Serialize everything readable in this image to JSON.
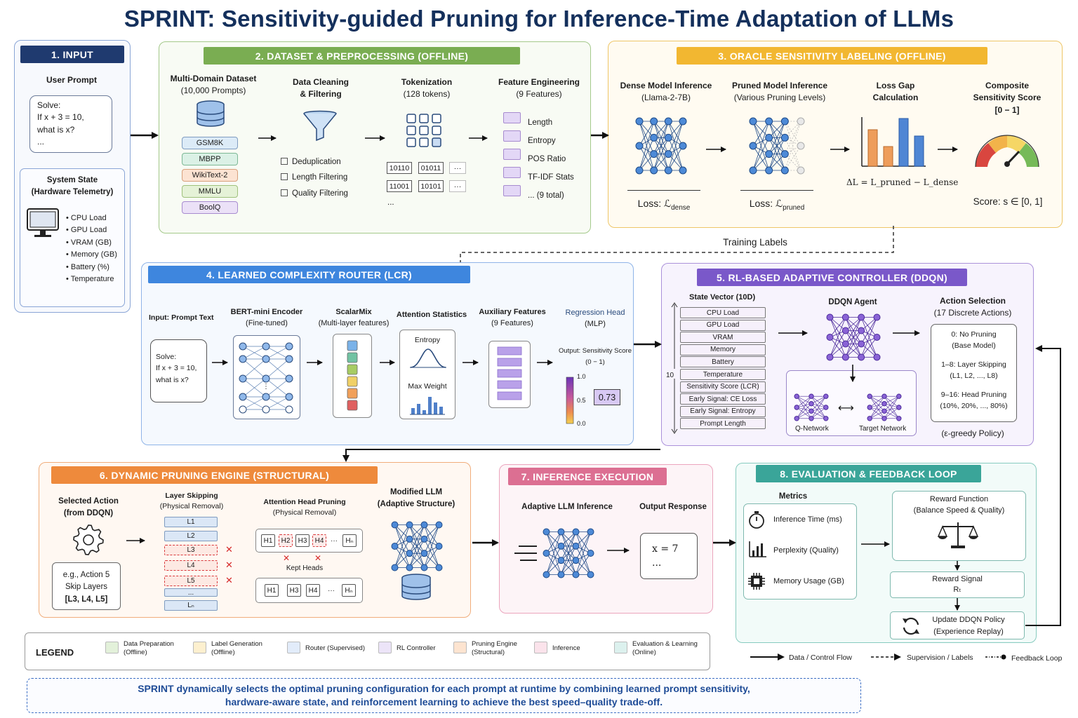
{
  "title": "SPRINT: Sensitivity-guided Pruning for Inference-Time Adaptation of LLMs",
  "colors": {
    "navy": "#1f3a6f",
    "green": "#7aad52",
    "gold": "#f2b731",
    "blue": "#3e86de",
    "purple": "#7a58c9",
    "orange": "#ee8a3c",
    "pink": "#dc6f92",
    "teal": "#3aa599"
  },
  "s1": {
    "ribbon": "1. INPUT",
    "prompt_label": "User Prompt",
    "prompt": [
      "Solve:",
      "If x + 3 = 10,",
      "what is x?",
      "..."
    ],
    "sys_title": [
      "System State",
      "(Hardware Telemetry)"
    ],
    "telemetry": [
      "• CPU Load",
      "• GPU Load",
      "• VRAM (GB)",
      "• Memory (GB)",
      "• Battery (%)",
      "• Temperature"
    ],
    "monitor_icon": "monitor-icon"
  },
  "s2": {
    "ribbon": "2. DATASET & PREPROCESSING (OFFLINE)",
    "dataset_title": [
      "Multi-Domain Dataset",
      "(10,000 Prompts)"
    ],
    "datasets": [
      "GSM8K",
      "MBPP",
      "WikiText-2",
      "MMLU",
      "BoolQ"
    ],
    "cleaning_title": [
      "Data Cleaning",
      "& Filtering"
    ],
    "cleaning_steps": [
      "Deduplication",
      "Length Filtering",
      "Quality Filtering"
    ],
    "tokenization_title": [
      "Tokenization",
      "(128 tokens)"
    ],
    "tokens": [
      "10110",
      "01011",
      "···",
      "11001",
      "10101",
      "···",
      "..."
    ],
    "features_title": [
      "Feature Engineering",
      "(9 Features)"
    ],
    "features": [
      "Length",
      "Entropy",
      "POS Ratio",
      "TF-IDF Stats",
      "... (9 total)"
    ]
  },
  "s3": {
    "ribbon": "3. ORACLE SENSITIVITY LABELING (OFFLINE)",
    "dense_title": [
      "Dense Model Inference",
      "(Llama-2-7B)"
    ],
    "dense_loss": "Loss: ℒ",
    "dense_sub": "dense",
    "pruned_title": [
      "Pruned Model Inference",
      "(Various Pruning Levels)"
    ],
    "pruned_loss": "Loss: ℒ",
    "pruned_sub": "pruned",
    "gap_title": [
      "Loss Gap",
      "Calculation"
    ],
    "gap_formula": "ΔL = L_pruned − L_dense",
    "composite_title": [
      "Composite",
      "Sensitivity Score",
      "[0 − 1]"
    ],
    "score": "Score: s ∈ [0, 1]",
    "training_labels": "Training Labels"
  },
  "s4": {
    "ribbon": "4. LEARNED COMPLEXITY ROUTER (LCR)",
    "input_label": "Input: Prompt Text",
    "prompt": [
      "Solve:",
      "If x + 3 = 10,",
      "what is x?"
    ],
    "bert_title": [
      "BERT-mini Encoder",
      "(Fine-tuned)"
    ],
    "scalarmix_title": [
      "ScalarMix",
      "(Multi-layer features)"
    ],
    "attention_title": "Attention Statistics",
    "entropy": "Entropy",
    "max_weight": "Max Weight",
    "aux_title": [
      "Auxiliary Features",
      "(9 Features)"
    ],
    "regression_title": [
      "Regression Head",
      "(MLP)"
    ],
    "output_title": [
      "Output: Sensitivity Score",
      "(0 − 1)"
    ],
    "scale": [
      "1.0",
      "0.5",
      "0.0"
    ],
    "value": "0.73"
  },
  "s5": {
    "ribbon": "5. RL-BASED ADAPTIVE CONTROLLER (DDQN)",
    "state_title": "State Vector (10D)",
    "state_items": [
      "CPU Load",
      "GPU Load",
      "VRAM",
      "Memory",
      "Battery",
      "Temperature",
      "Sensitivity Score (LCR)",
      "Early Signal: CE Loss",
      "Early Signal: Entropy",
      "Prompt Length"
    ],
    "dim": "10",
    "agent_title": "DDQN Agent",
    "qnet": "Q-Network",
    "target": "Target Network",
    "action_title": [
      "Action Selection",
      "(17 Discrete Actions)"
    ],
    "actions": [
      [
        "0: No Pruning",
        "(Base Model)"
      ],
      [
        "1–8: Layer Skipping",
        "(L1, L2, ..., L8)"
      ],
      [
        "9–16: Head Pruning",
        "(10%, 20%, ..., 80%)"
      ]
    ],
    "policy": "(ε-greedy Policy)"
  },
  "s6": {
    "ribbon": "6. DYNAMIC PRUNING ENGINE (STRUCTURAL)",
    "selected_title": [
      "Selected Action",
      "(from DDQN)"
    ],
    "example": [
      "e.g., Action 5",
      "Skip Layers",
      "[L3, L4, L5]"
    ],
    "layer_title": [
      "Layer Skipping",
      "(Physical Removal)"
    ],
    "layers": [
      "L1",
      "L2",
      "L3",
      "L4",
      "L5",
      "...",
      "Lₙ"
    ],
    "head_title": [
      "Attention Head Pruning",
      "(Physical Removal)"
    ],
    "heads_top": [
      "H1",
      "H2",
      "H3",
      "H4",
      "···",
      "Hₙ"
    ],
    "kept": "Kept Heads",
    "heads_bottom": [
      "H1",
      "H3",
      "H4",
      "···",
      "Hₙ"
    ],
    "modified_title": [
      "Modified LLM",
      "(Adaptive Structure)"
    ]
  },
  "s7": {
    "ribbon": "7. INFERENCE EXECUTION",
    "adaptive_title": "Adaptive LLM Inference",
    "output_title": "Output Response",
    "output": [
      "x = 7",
      "..."
    ]
  },
  "s8": {
    "ribbon": "8. EVALUATION & FEEDBACK LOOP",
    "metrics_title": "Metrics",
    "metrics": [
      "Inference Time (ms)",
      "Perplexity (Quality)",
      "Memory Usage (GB)"
    ],
    "reward_title": [
      "Reward Function",
      "(Balance Speed & Quality)"
    ],
    "reward_signal": [
      "Reward Signal",
      "Rₜ"
    ],
    "update": [
      "Update DDQN Policy",
      "(Experience Replay)"
    ]
  },
  "legend": {
    "title": "LEGEND",
    "items": [
      {
        "label": [
          "Data Preparation",
          "(Offline)"
        ],
        "color": "#e3f1da"
      },
      {
        "label": [
          "Label Generation",
          "(Offline)"
        ],
        "color": "#fdf0cf"
      },
      {
        "label": [
          "Router (Supervised)"
        ],
        "color": "#e2ecfa"
      },
      {
        "label": [
          "RL Controller"
        ],
        "color": "#ece4f8"
      },
      {
        "label": [
          "Pruning Engine",
          "(Structural)"
        ],
        "color": "#fde4d0"
      },
      {
        "label": [
          "Inference"
        ],
        "color": "#fbe3eb"
      },
      {
        "label": [
          "Evaluation & Learning",
          "(Online)"
        ],
        "color": "#dcf1ee"
      }
    ],
    "flows": [
      "Data / Control Flow",
      "Supervision / Labels",
      "Feedback Loop"
    ]
  },
  "footer": [
    "SPRINT dynamically selects the optimal pruning configuration for each prompt at runtime by combining learned prompt sensitivity,",
    "hardware-aware state, and reinforcement learning to achieve the best speed–quality trade-off."
  ]
}
